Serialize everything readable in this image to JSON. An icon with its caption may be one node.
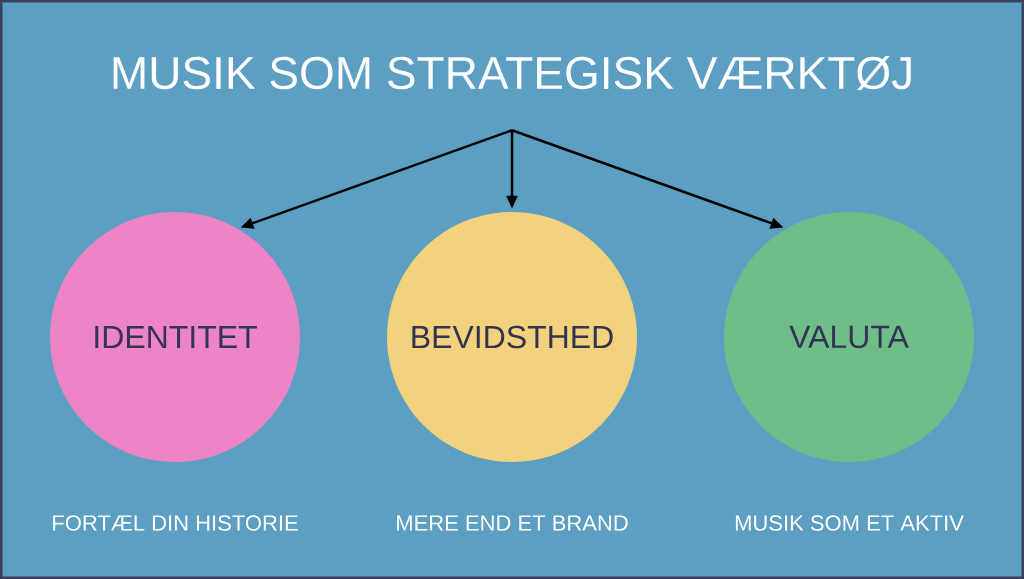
{
  "diagram": {
    "nodes": [
      {
        "text": [
          "MUSIK SOM STRATEGISK VÆRKTØJ"
        ]
      },
      {
        "text": [
          "IDENTITET"
        ],
        "beside": [
          "FORTÆL DIN HISTORIE"
        ]
      },
      {
        "text": [
          "BEVIDSTHED"
        ],
        "beside": [
          "MERE END ET BRAND"
        ]
      },
      {
        "text": [
          "VALUTA"
        ],
        "beside": [
          "MUSIK SOM ET AKTIV"
        ]
      }
    ],
    "edges": [
      {
        "from": 0,
        "to": 1,
        "arrow": "to"
      },
      {
        "from": 0,
        "to": 2,
        "arrow": "to"
      },
      {
        "from": 0,
        "to": 3,
        "arrow": "to"
      }
    ]
  }
}
